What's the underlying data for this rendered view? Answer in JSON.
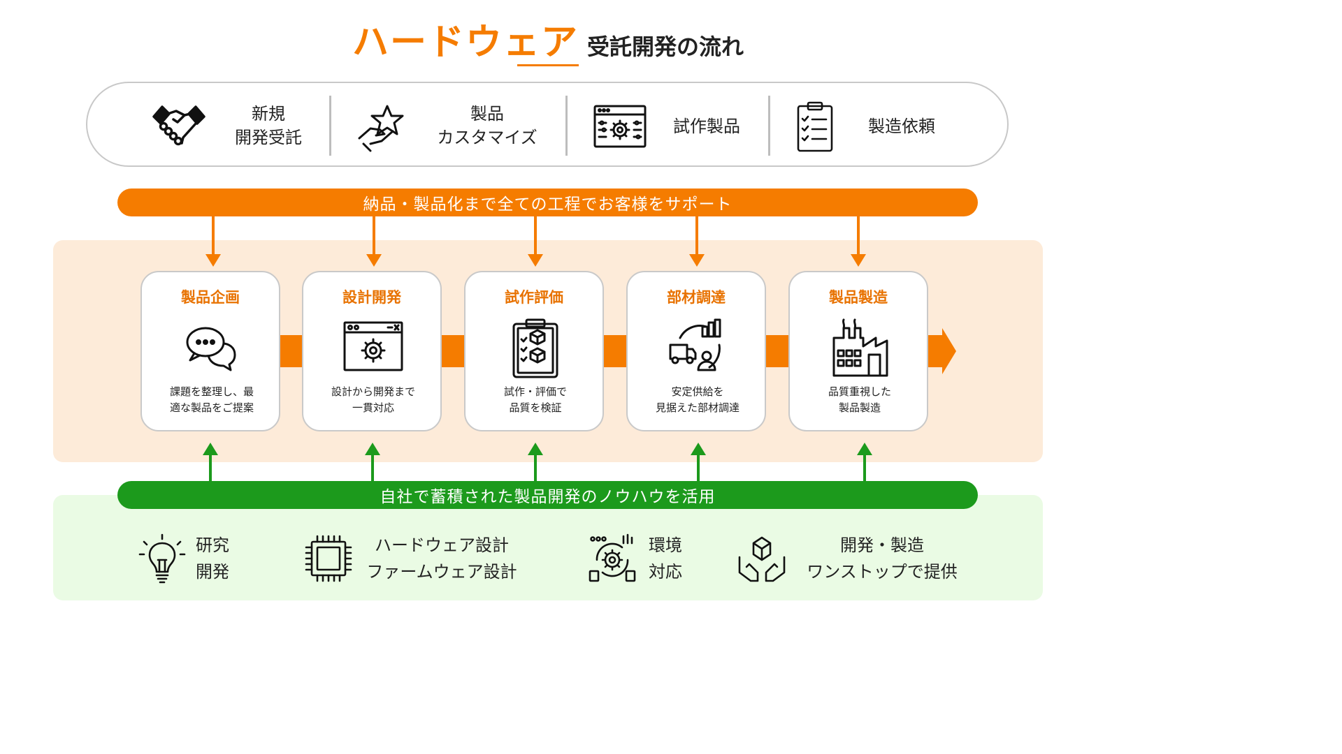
{
  "title": {
    "main": "ハードウェア",
    "sub": "受託開発の流れ"
  },
  "services": [
    {
      "icon": "handshake-icon",
      "line1": "新規",
      "line2": "開発受託"
    },
    {
      "icon": "hand-star-icon",
      "line1": "製品",
      "line2": "カスタマイズ"
    },
    {
      "icon": "settings-window-icon",
      "line1": "試作製品"
    },
    {
      "icon": "clipboard-checklist-icon",
      "line1": "製造依頼"
    }
  ],
  "support_banner": "納品・製品化まで全ての工程でお客様をサポート",
  "steps": [
    {
      "title": "製品企画",
      "icon": "speech-bubbles-icon",
      "desc1": "課題を整理し、最",
      "desc2": "適な製品をご提案"
    },
    {
      "title": "設計開発",
      "icon": "gear-window-icon",
      "desc1": "設計から開発まで",
      "desc2": "一貫対応"
    },
    {
      "title": "試作評価",
      "icon": "clipboard-boxes-icon",
      "desc1": "試作・評価で",
      "desc2": "品質を検証"
    },
    {
      "title": "部材調達",
      "icon": "procurement-icon",
      "desc1": "安定供給を",
      "desc2": "見据えた部材調達"
    },
    {
      "title": "製品製造",
      "icon": "factory-icon",
      "desc1": "品質重視した",
      "desc2": "製品製造"
    }
  ],
  "knowhow_banner": "自社で蓄積された製品開発のノウハウを活用",
  "knowhow": [
    {
      "icon": "lightbulb-icon",
      "line1": "研究",
      "line2": "開発"
    },
    {
      "icon": "chip-icon",
      "line1": "ハードウェア設計",
      "line2": "ファームウェア設計"
    },
    {
      "icon": "environment-gear-icon",
      "line1": "環境",
      "line2": "対応"
    },
    {
      "icon": "hands-box-icon",
      "line1": "開発・製造",
      "line2": "ワンストップで提供"
    }
  ],
  "colors": {
    "accent": "#f57c00",
    "green": "#1c9a1c",
    "panel_orange": "#fdebd9",
    "panel_green": "#eafbe4"
  }
}
